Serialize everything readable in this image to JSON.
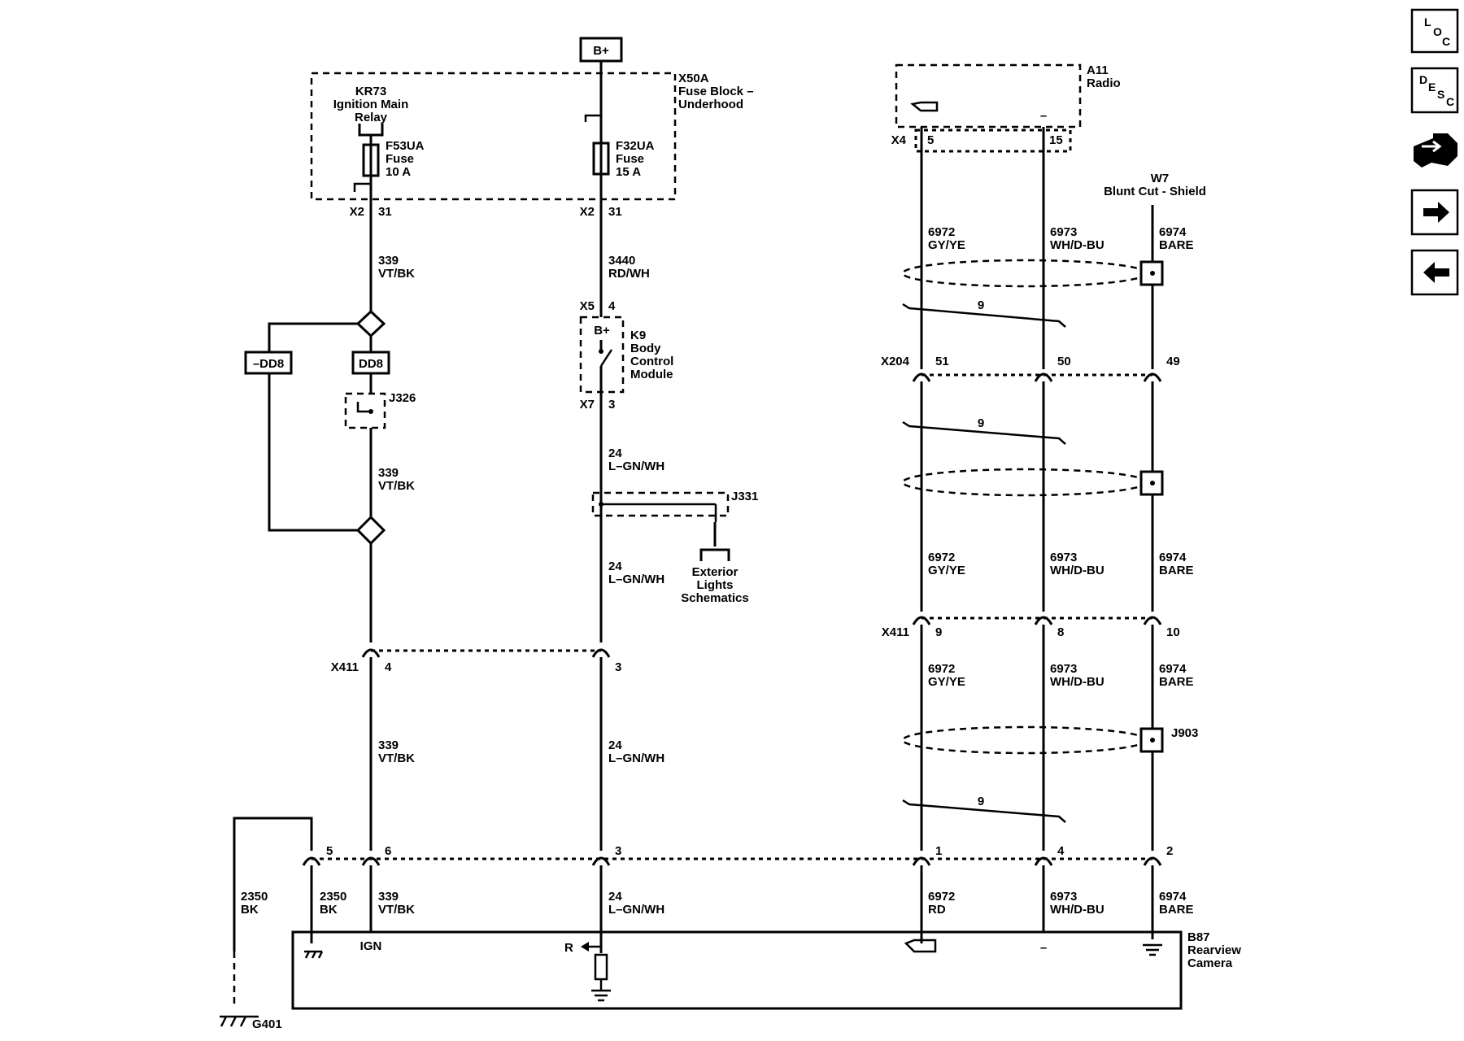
{
  "power": {
    "bplus": "B+"
  },
  "fuse_block": {
    "ref": "X50A",
    "name_line1": "Fuse Block –",
    "name_line2": "Underhood"
  },
  "relay": {
    "ref": "KR73",
    "name_line1": "Ignition Main",
    "name_line2": "Relay"
  },
  "fuse_f53": {
    "ref": "F53UA",
    "type": "Fuse",
    "rating": "10 A"
  },
  "fuse_f32": {
    "ref": "F32UA",
    "type": "Fuse",
    "rating": "15 A"
  },
  "conn_x2_left": {
    "conn": "X2",
    "pin": "31"
  },
  "conn_x2_right": {
    "conn": "X2",
    "pin": "31"
  },
  "radio": {
    "ref": "A11",
    "name": "Radio",
    "conn": "X4",
    "pin_a": "5",
    "pin_b": "15",
    "minus": "–"
  },
  "shield": {
    "ref": "W7",
    "name": "Blunt Cut - Shield"
  },
  "wire_339": {
    "num": "339",
    "color": "VT/BK"
  },
  "wire_3440": {
    "num": "3440",
    "color": "RD/WH"
  },
  "wire_24": {
    "num": "24",
    "color": "L–GN/WH"
  },
  "wire_6972": {
    "num": "6972",
    "color": "GY/YE",
    "color_end": "RD"
  },
  "wire_6973": {
    "num": "6973",
    "color": "WH/D-BU"
  },
  "wire_6974": {
    "num": "6974",
    "color": "BARE"
  },
  "wire_2350": {
    "num": "2350",
    "color": "BK"
  },
  "option_codes": {
    "neg": "–DD8",
    "pos": "DD8"
  },
  "splices": {
    "j326": "J326",
    "j331": "J331",
    "j903": "J903"
  },
  "bcm": {
    "bplus": "B+",
    "ref": "K9",
    "name_line1": "Body",
    "name_line2": "Control",
    "name_line3": "Module",
    "conn_in": "X5",
    "pin_in": "4",
    "conn_out": "X7",
    "pin_out": "3"
  },
  "exterior": {
    "line1": "Exterior",
    "line2": "Lights",
    "line3": "Schematics"
  },
  "twist": "9",
  "x204": {
    "conn": "X204",
    "pins": [
      "51",
      "50",
      "49"
    ]
  },
  "x411_left": {
    "conn": "X411",
    "pins": [
      "4",
      "3"
    ]
  },
  "x411_right": {
    "conn": "X411",
    "pins": [
      "9",
      "8",
      "10"
    ]
  },
  "bottom_pins": [
    "5",
    "6",
    "3",
    "1",
    "4",
    "2"
  ],
  "camera": {
    "ref": "B87",
    "name_line1": "Rearview",
    "name_line2": "Camera",
    "ign": "IGN",
    "r": "R",
    "minus": "–"
  },
  "ground": {
    "ref": "G401"
  },
  "nav": {
    "loc": {
      "l": "L",
      "o": "O",
      "c": "C"
    },
    "desc": {
      "d": "D",
      "e": "E",
      "s": "S",
      "c": "C"
    }
  }
}
